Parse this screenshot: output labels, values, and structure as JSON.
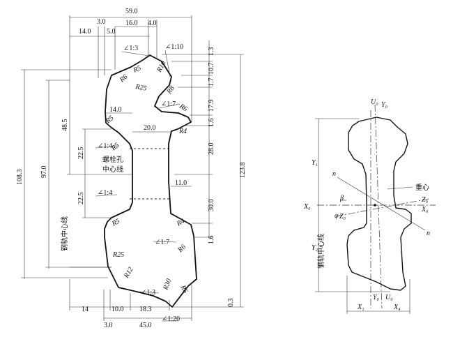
{
  "left": {
    "dims_top": [
      "59.0",
      "14.0",
      "3.0",
      "5.0",
      "16.0",
      "4.0"
    ],
    "dims_bottom": [
      "14",
      "10.0",
      "18.3",
      "3.0",
      "45.0"
    ],
    "dims_left": [
      "108.3",
      "97.0",
      "48.5",
      "22.5",
      "22.5"
    ],
    "dims_right": [
      "1.3",
      "10.7",
      "1.7",
      "17.9",
      "1.6",
      "28.0",
      "123.8",
      "30.0",
      "1.6",
      "0.3"
    ],
    "dims_inner": [
      "14.0",
      "20.0",
      "11.0"
    ],
    "radii": [
      "R5",
      "R10",
      "R6",
      "R25",
      "R8",
      "R6",
      "R5",
      "R4",
      "R5",
      "R5",
      "R4",
      "R6",
      "R25",
      "R12",
      "R30",
      "R6"
    ],
    "slopes": [
      "∠1:3",
      "∠1:10",
      "∠1:7",
      "∠1:4",
      "∠1:4",
      "∠1:7",
      "∠1:3",
      "∠1:20"
    ],
    "bolt_hole_label": [
      "螺栓孔",
      "中心线"
    ],
    "rail_center_label": "钢轨中心线"
  },
  "right": {
    "axis_u0_top": "U₀",
    "axis_y0_top": "Y₀",
    "axis_y1": "Y₁",
    "axis_y2": "Y₂",
    "axis_x0_left": "X₀",
    "axis_x0_right": "X₀",
    "axis_z0_left": "Z₀",
    "axis_z0_right": "Z₀",
    "axis_n_top": "n",
    "axis_n_bottom": "n",
    "beta": "β",
    "phi": "φ",
    "centroid_label": "重心",
    "axis_x1": "X₁",
    "axis_x4": "X₄",
    "axis_y0_bottom": "Y₀",
    "axis_u0_bottom": "U₀",
    "rail_center_label": "钢轨中心线"
  }
}
